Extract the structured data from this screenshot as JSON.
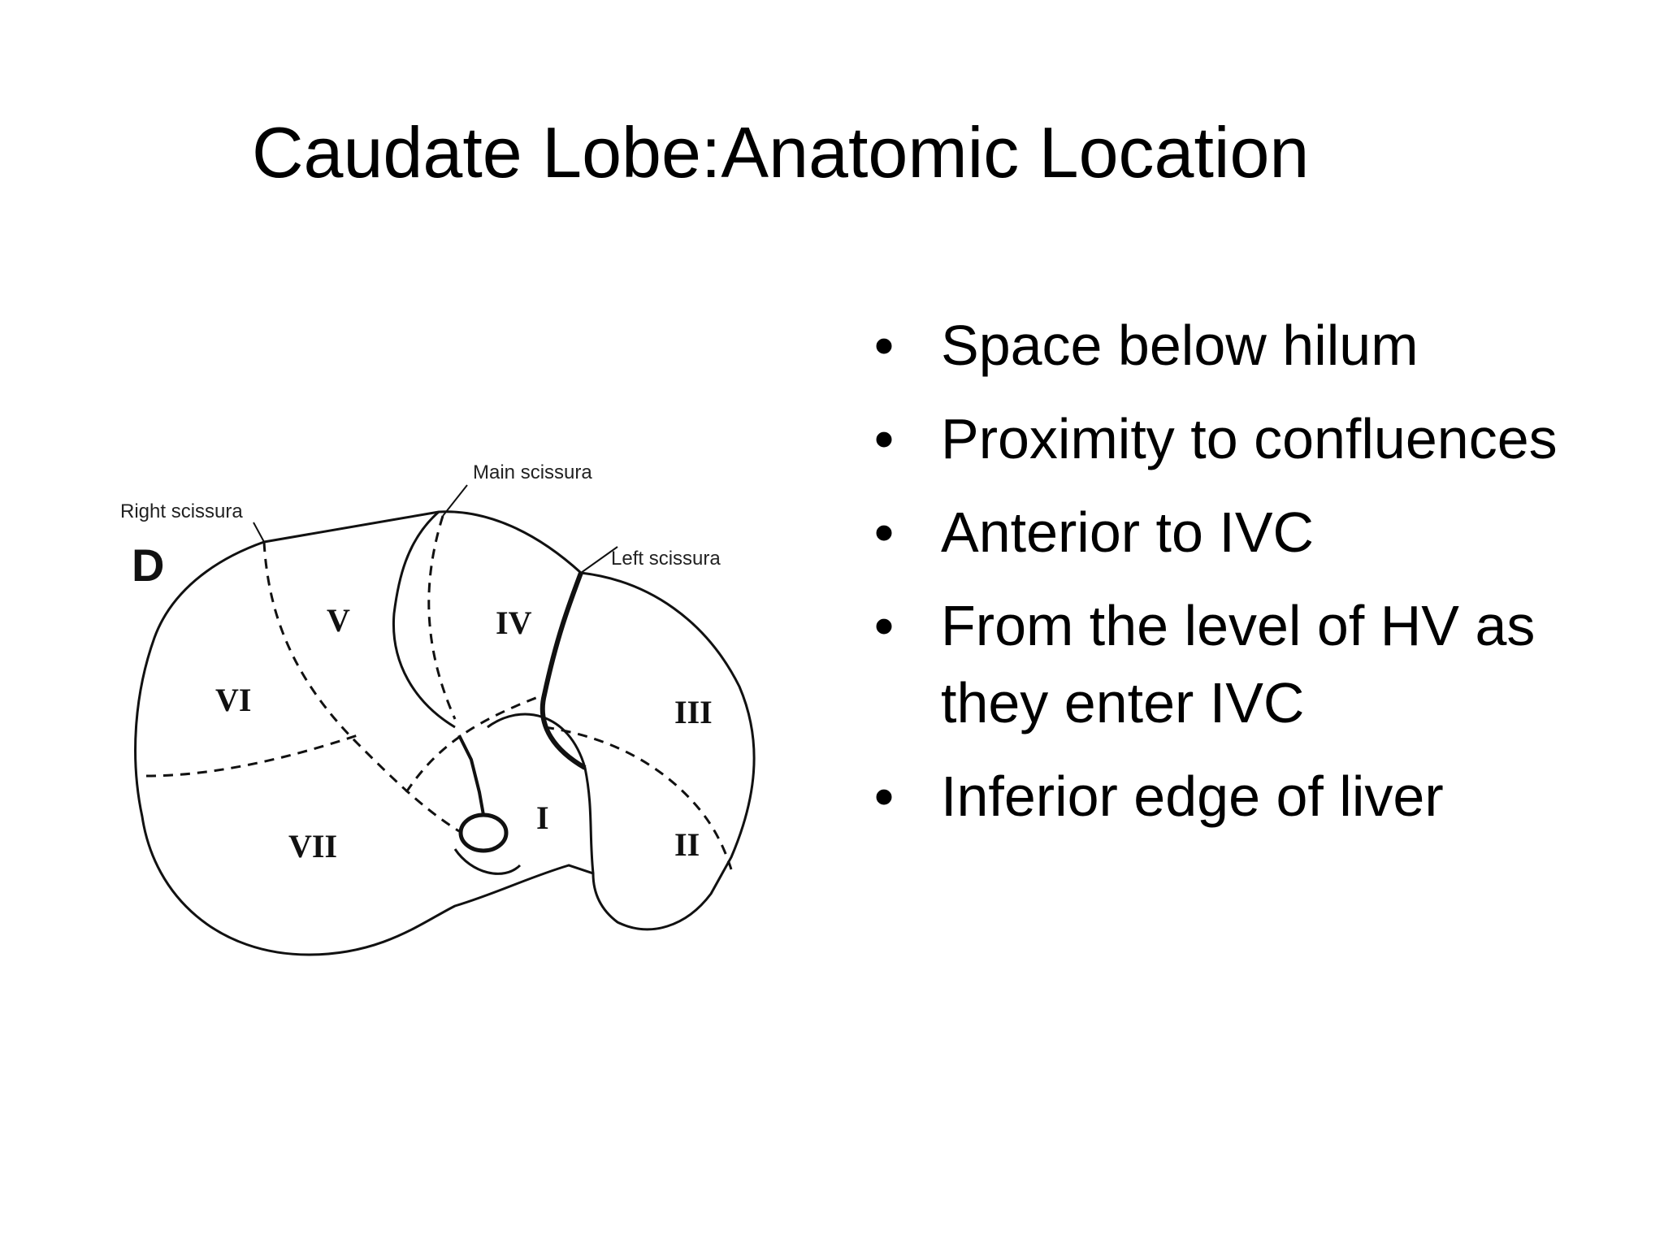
{
  "slide": {
    "title": "Caudate Lobe:Anatomic Location"
  },
  "diagram": {
    "panel_letter": "D",
    "callouts": {
      "right_scissura": "Right scissura",
      "main_scissura": "Main scissura",
      "left_scissura": "Left scissura"
    },
    "segments": {
      "s1": "I",
      "s2": "II",
      "s3": "III",
      "s4": "IV",
      "s5": "V",
      "s6": "VI",
      "s7": "VII"
    }
  },
  "bullets": {
    "marker": "•",
    "items": [
      "Space below hilum",
      "Proximity to confluences",
      "Anterior to IVC",
      "From the level of HV as they enter IVC",
      "Inferior edge of liver"
    ]
  }
}
